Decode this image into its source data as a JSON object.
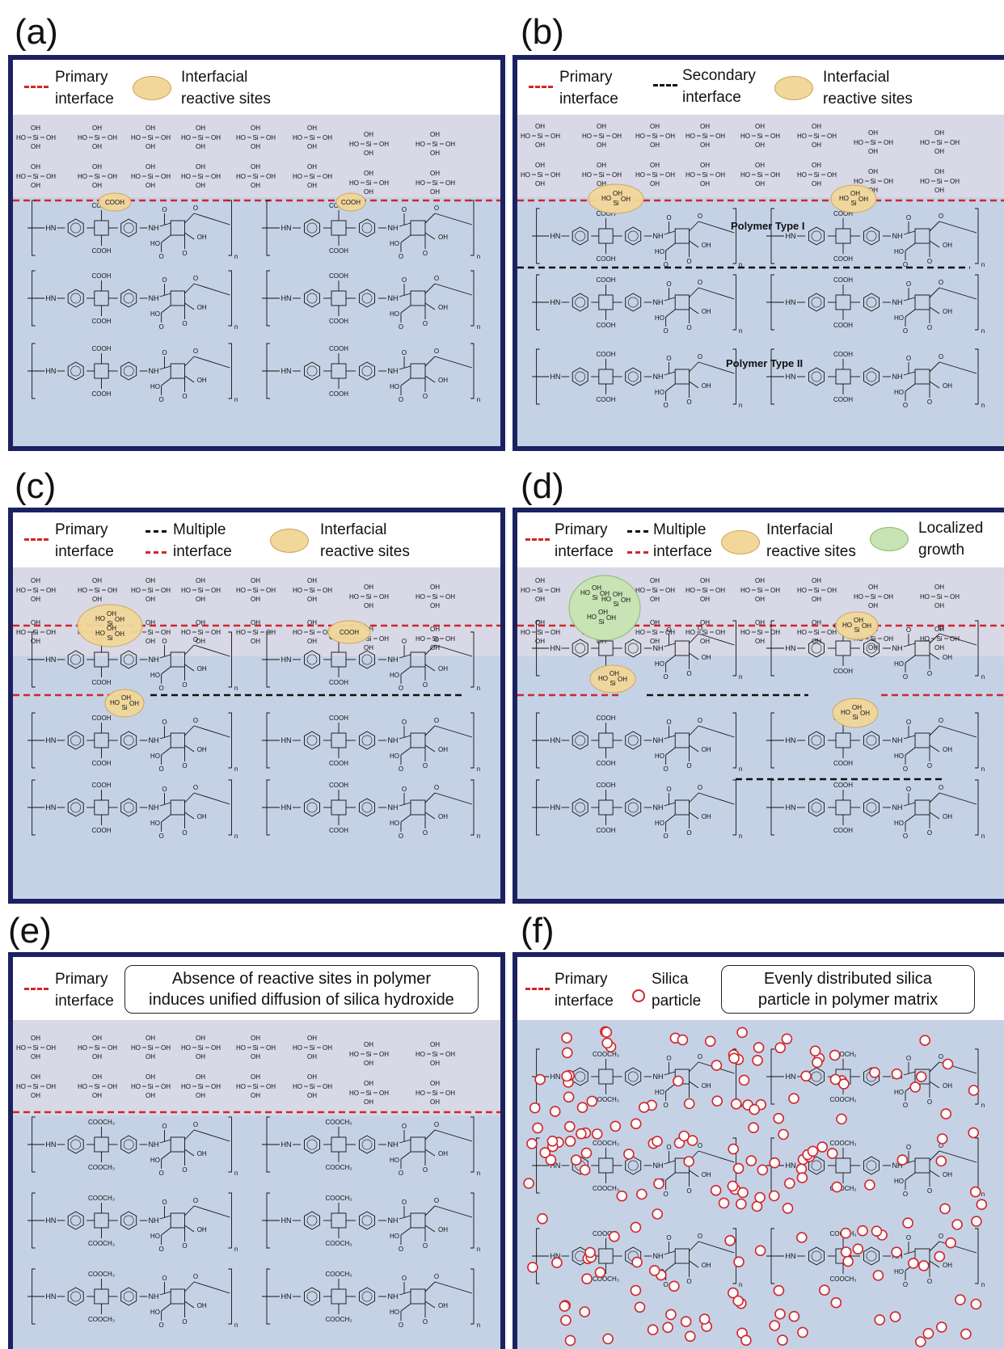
{
  "panels": [
    {
      "id": "a",
      "label": "(a)",
      "legend": {
        "primary": "Primary\ninterface",
        "reactive": "Interfacial\nreactive sites"
      }
    },
    {
      "id": "b",
      "label": "(b)",
      "legend": {
        "primary": "Primary\ninterface",
        "secondary": "Secondary\ninterface",
        "reactive": "Interfacial\nreactive sites"
      },
      "type1": "Polymer Type I",
      "type2": "Polymer Type II"
    },
    {
      "id": "c",
      "label": "(c)",
      "legend": {
        "primary": "Primary\ninterface",
        "multiple": "Multiple\ninterface",
        "reactive": "Interfacial\nreactive sites"
      }
    },
    {
      "id": "d",
      "label": "(d)",
      "legend": {
        "primary": "Primary\ninterface",
        "multiple": "Multiple\ninterface",
        "reactive": "Interfacial\nreactive sites",
        "growth": "Localized\ngrowth"
      }
    },
    {
      "id": "e",
      "label": "(e)",
      "legend": {
        "primary": "Primary\ninterface",
        "box": "Absence of reactive sites in polymer\ninduces unified diffusion of silica hydroxide"
      }
    },
    {
      "id": "f",
      "label": "(f)",
      "legend": {
        "primary": "Primary\ninterface",
        "particle": "Silica\nparticle",
        "box": "Evenly distributed silica\nparticle in polymer matrix"
      }
    }
  ],
  "chem": {
    "silanol": {
      "oh": "OH",
      "si": "Si",
      "ho": "HO"
    },
    "cooh": "COOH",
    "cooch3": "COOCH₃",
    "hn": "HN",
    "nh": "NH",
    "o": "O",
    "n": "n",
    "hoSi": "HO OH Si OH"
  },
  "colors": {
    "frame": "#1b2161",
    "silica_bg": "#d8d8e6",
    "polymer_bg": "#c5d2e6",
    "primary_line": "#d0262c",
    "secondary_line": "#111111",
    "site": "#f2d79a",
    "growth": "#c8e3b4"
  }
}
